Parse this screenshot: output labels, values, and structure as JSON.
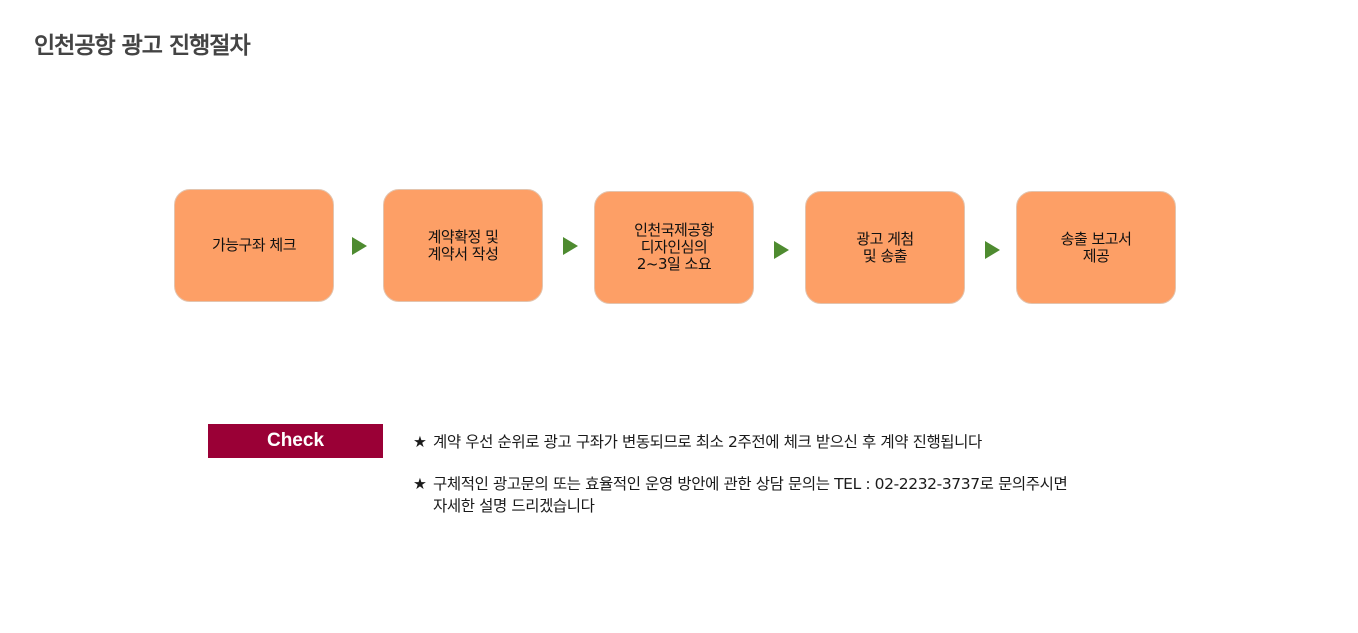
{
  "page": {
    "title": "인천공항 광고 진행절차"
  },
  "steps": [
    {
      "label": "가능구좌 체크"
    },
    {
      "label": "계약확정 및\n계약서 작성"
    },
    {
      "label": "인천국제공항\n디자인심의\n2~3일 소요"
    },
    {
      "label": "광고 게첨\n및 송출"
    },
    {
      "label": "송출 보고서\n제공"
    }
  ],
  "check": {
    "badge_label": "Check",
    "star": "★",
    "notes": [
      {
        "lines": [
          "계약 우선 순위로 광고 구좌가 변동되므로 최소 2주전에 체크 받으신 후 계약 진행됩니다"
        ]
      },
      {
        "lines": [
          "구체적인 광고문의 또는 효율적인 운영 방안에 관한 상담 문의는 TEL : 02-2232-3737로 문의주시면",
          "자세한 설명 드리겠습니다"
        ]
      }
    ]
  },
  "colors": {
    "step_fill": "#fd9f66",
    "arrow": "#4e8b30",
    "check_badge": "#9a0036"
  }
}
